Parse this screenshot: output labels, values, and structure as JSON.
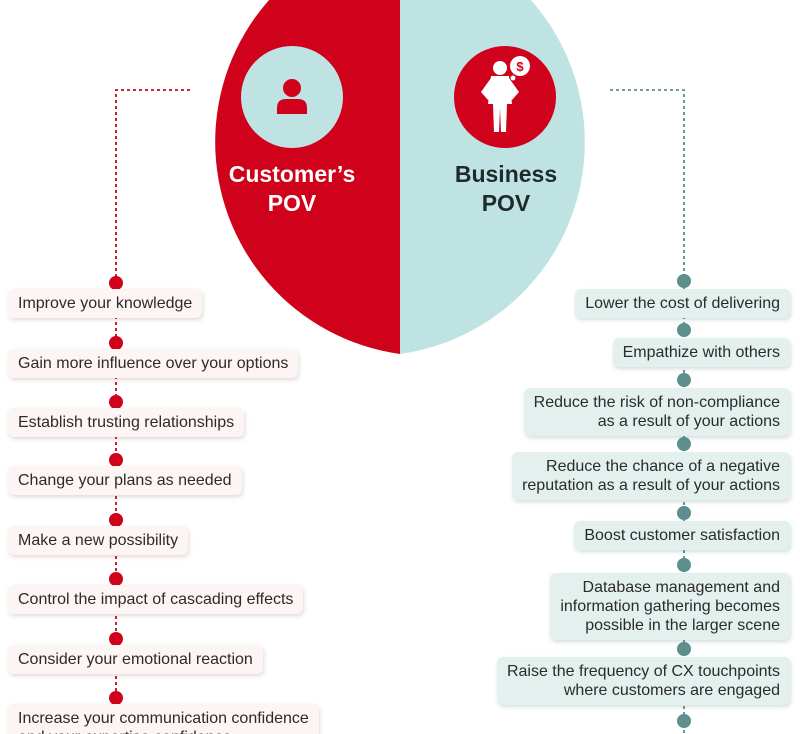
{
  "colors": {
    "customer_red": "#d0021b",
    "business_teal": "#bfe3e3",
    "connector_red": "#d0021b",
    "connector_teal": "#5e8e8e"
  },
  "customer": {
    "title": "Customer’s\nPOV",
    "icon": "person-icon",
    "items": [
      "Improve your knowledge",
      "Gain more influence over your options",
      "Establish trusting relationships",
      "Change your plans as needed",
      "Make a new possibility",
      "Control the impact of cascading effects",
      "Consider your emotional reaction",
      "Increase your communication confidence\nand your expertise confidence"
    ]
  },
  "business": {
    "title": "Business\nPOV",
    "icon": "businessman-dollar-icon",
    "items": [
      "Lower the cost of delivering",
      "Empathize with others",
      "Reduce the risk of non-compliance\nas a result of your actions",
      "Reduce the chance of a negative\nreputation as a result of your actions",
      "Boost customer satisfaction",
      "Database management and\ninformation gathering becomes\npossible in the larger scene",
      "Raise the frequency of CX touchpoints\nwhere customers are engaged"
    ]
  }
}
